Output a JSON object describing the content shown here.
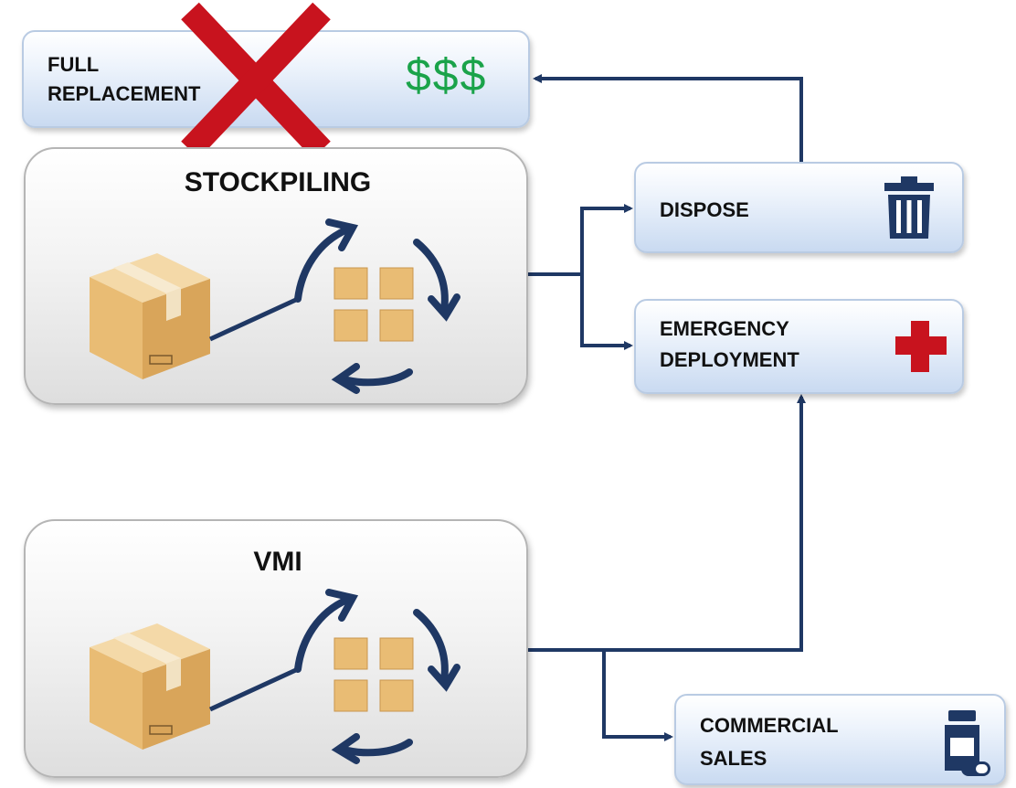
{
  "full_replacement": {
    "line1": "FULL",
    "line2": "REPLACEMENT",
    "cost": "$$$"
  },
  "stockpiling": {
    "title": "STOCKPILING"
  },
  "vmi": {
    "title": "VMI"
  },
  "dispose": {
    "label": "DISPOSE"
  },
  "emergency": {
    "line1": "EMERGENCY",
    "line2": "DEPLOYMENT"
  },
  "commercial": {
    "line1": "COMMERCIAL",
    "line2": "SALES"
  },
  "colors": {
    "arrow": "#1f3864",
    "cross": "#c8131e",
    "money": "#1aa34a",
    "box": "#e8b86a"
  },
  "icons": [
    "cardboard-box-icon",
    "small-boxes-icon",
    "cycle-arrows-icon",
    "trash-icon",
    "medical-cross-icon",
    "medicine-bottle-icon",
    "red-x-icon"
  ]
}
